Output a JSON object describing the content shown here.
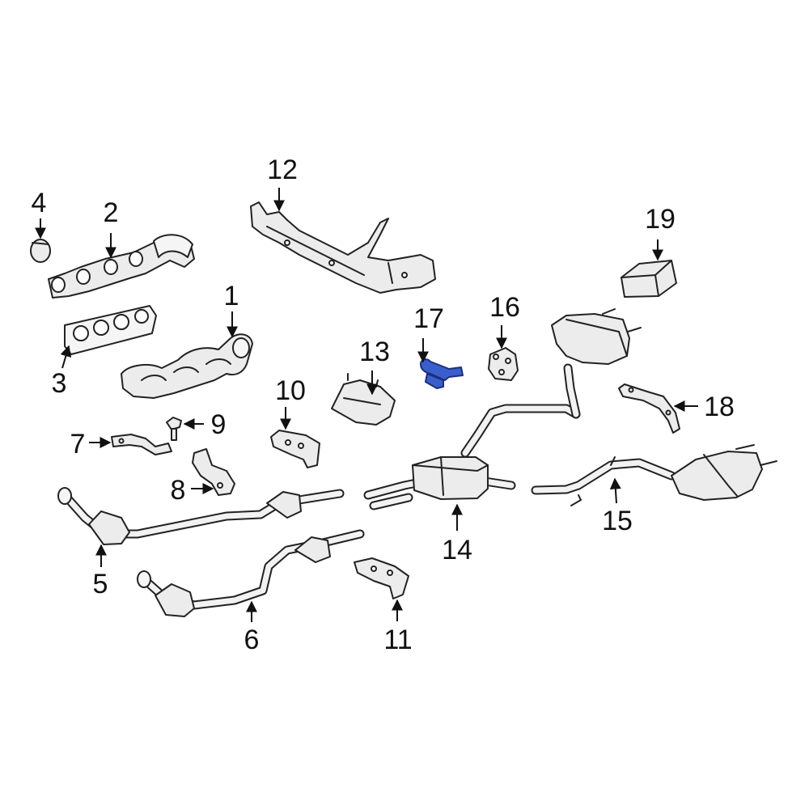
{
  "diagram": {
    "highlight_color": "#3a5fcd",
    "callouts": [
      {
        "id": "1",
        "label": "1"
      },
      {
        "id": "2",
        "label": "2"
      },
      {
        "id": "3",
        "label": "3"
      },
      {
        "id": "4",
        "label": "4"
      },
      {
        "id": "5",
        "label": "5"
      },
      {
        "id": "6",
        "label": "6"
      },
      {
        "id": "7",
        "label": "7"
      },
      {
        "id": "8",
        "label": "8"
      },
      {
        "id": "9",
        "label": "9"
      },
      {
        "id": "10",
        "label": "10"
      },
      {
        "id": "11",
        "label": "11"
      },
      {
        "id": "12",
        "label": "12"
      },
      {
        "id": "13",
        "label": "13"
      },
      {
        "id": "14",
        "label": "14"
      },
      {
        "id": "15",
        "label": "15"
      },
      {
        "id": "16",
        "label": "16"
      },
      {
        "id": "17",
        "label": "17"
      },
      {
        "id": "18",
        "label": "18"
      },
      {
        "id": "19",
        "label": "19"
      }
    ],
    "highlighted_part": "17"
  }
}
